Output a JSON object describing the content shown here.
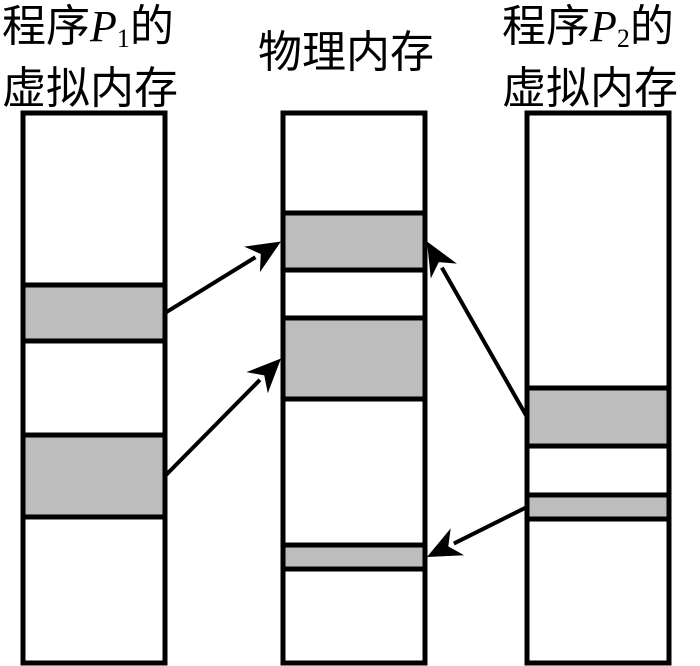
{
  "titles": {
    "p1_prefix": "程序",
    "p1_var": "P",
    "p1_sub": "1",
    "p1_suffix": "的",
    "p1_line2": "虚拟内存",
    "physical": "物理内存",
    "p2_prefix": "程序",
    "p2_var": "P",
    "p2_sub": "2",
    "p2_suffix": "的",
    "p2_line2": "虚拟内存"
  },
  "colors": {
    "block_fill": "#bdbdbd",
    "stroke": "#000000",
    "background": "#ffffff"
  },
  "columns": [
    {
      "id": "p1-virtual",
      "blocks": [
        {
          "id": "p1-page-a",
          "start": 0.3127,
          "end": 0.4145
        },
        {
          "id": "p1-page-b",
          "start": 0.5855,
          "end": 0.7345
        }
      ]
    },
    {
      "id": "physical",
      "blocks": [
        {
          "id": "phys-frame-a",
          "start": 0.1818,
          "end": 0.2855
        },
        {
          "id": "phys-frame-b",
          "start": 0.3727,
          "end": 0.52
        },
        {
          "id": "phys-frame-c",
          "start": 0.7855,
          "end": 0.8291
        }
      ]
    },
    {
      "id": "p2-virtual",
      "blocks": [
        {
          "id": "p2-page-a",
          "start": 0.5,
          "end": 0.6055
        },
        {
          "id": "p2-page-b",
          "start": 0.6945,
          "end": 0.7382
        }
      ]
    }
  ],
  "mappings": [
    {
      "from": "p1-page-a",
      "to": "phys-frame-a"
    },
    {
      "from": "p1-page-b",
      "to": "phys-frame-b"
    },
    {
      "from": "p2-page-a",
      "to": "phys-frame-a"
    },
    {
      "from": "p2-page-b",
      "to": "phys-frame-c"
    }
  ]
}
